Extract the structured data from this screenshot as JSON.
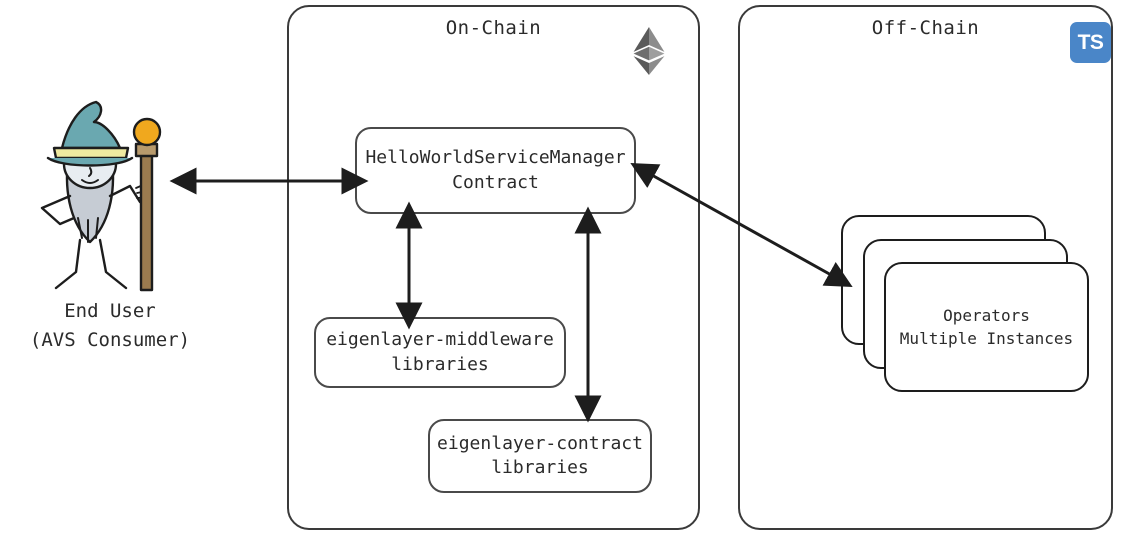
{
  "diagram": {
    "panels": [
      {
        "id": "on-chain",
        "title": "On-Chain",
        "badge": "ethereum-logo"
      },
      {
        "id": "off-chain",
        "title": "Off-Chain",
        "badge": "typescript-logo"
      }
    ],
    "actor": {
      "icon": "wizard-character",
      "caption_line1": "End User",
      "caption_line2": "(AVS Consumer)"
    },
    "nodes": [
      {
        "id": "service-manager",
        "line1": "HelloWorldServiceManager",
        "line2": "Contract"
      },
      {
        "id": "middleware",
        "line1": "eigenlayer-middleware",
        "line2": "libraries"
      },
      {
        "id": "contract-libs",
        "line1": "eigenlayer-contract",
        "line2": "libraries"
      }
    ],
    "operators": {
      "line1": "Operators",
      "line2": "Multiple Instances",
      "stack_count": 3
    },
    "badges": {
      "typescript_label": "TS"
    },
    "connections": [
      {
        "id": "user-to-contract",
        "from": "end-user",
        "to": "service-manager",
        "style": "double-headed"
      },
      {
        "id": "contract-to-middleware",
        "from": "service-manager",
        "to": "middleware",
        "style": "double-headed"
      },
      {
        "id": "contract-to-libs",
        "from": "service-manager",
        "to": "contract-libs",
        "style": "double-headed"
      },
      {
        "id": "contract-to-operators",
        "from": "service-manager",
        "to": "operators",
        "style": "double-headed"
      }
    ],
    "colors": {
      "panel_border": "#3a3a3a",
      "node_border": "#4a4a4a",
      "arrow": "#1d1d1d",
      "typescript_blue": "#4a86c8",
      "wizard_hat": "#6aa8b0",
      "wizard_hat_band": "#efeaa0",
      "wizard_body": "#c6ccd4",
      "staff_wood": "#9b7b4f",
      "staff_orb": "#f0a81e"
    }
  }
}
